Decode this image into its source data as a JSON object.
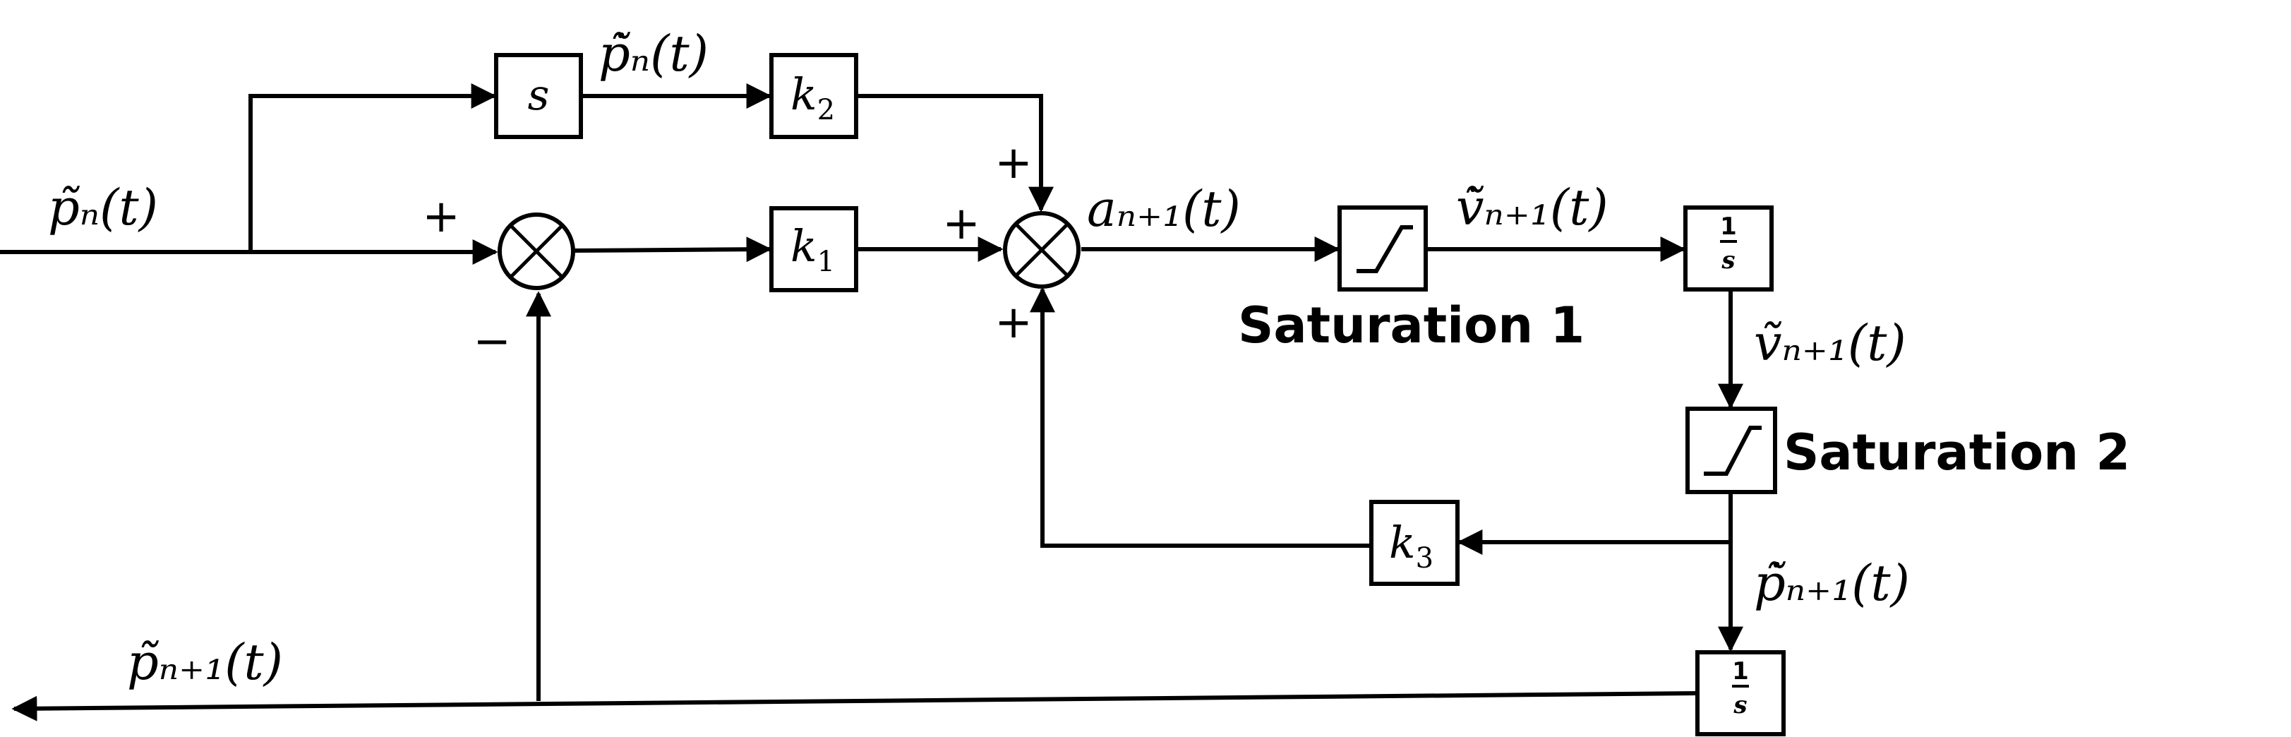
{
  "diagram": {
    "signals": {
      "input": "p̃ₙ(t)",
      "derivative_input": "p̃̇ₙ(t)",
      "accel": "aₙ₊₁(t)",
      "vel_dot": "ṽ̇ₙ₊₁(t)",
      "velocity": "ṽₙ₊₁(t)",
      "pos_dot": "p̃̇ₙ₊₁(t)",
      "output": "p̃ₙ₊₁(t)"
    },
    "blocks": {
      "derivative": "s",
      "k1_main": "k",
      "k1_sub": "1",
      "k2_main": "k",
      "k2_sub": "2",
      "k3_main": "k",
      "k3_sub": "3",
      "integrator_num": "1",
      "integrator_den": "s"
    },
    "sum1": {
      "plus": "+",
      "minus": "−"
    },
    "sum2": {
      "plus_top": "+",
      "plus_left": "+",
      "plus_bottom": "+"
    },
    "saturation_labels": {
      "sat1": "Saturation 1",
      "sat2": "Saturation 2"
    }
  }
}
